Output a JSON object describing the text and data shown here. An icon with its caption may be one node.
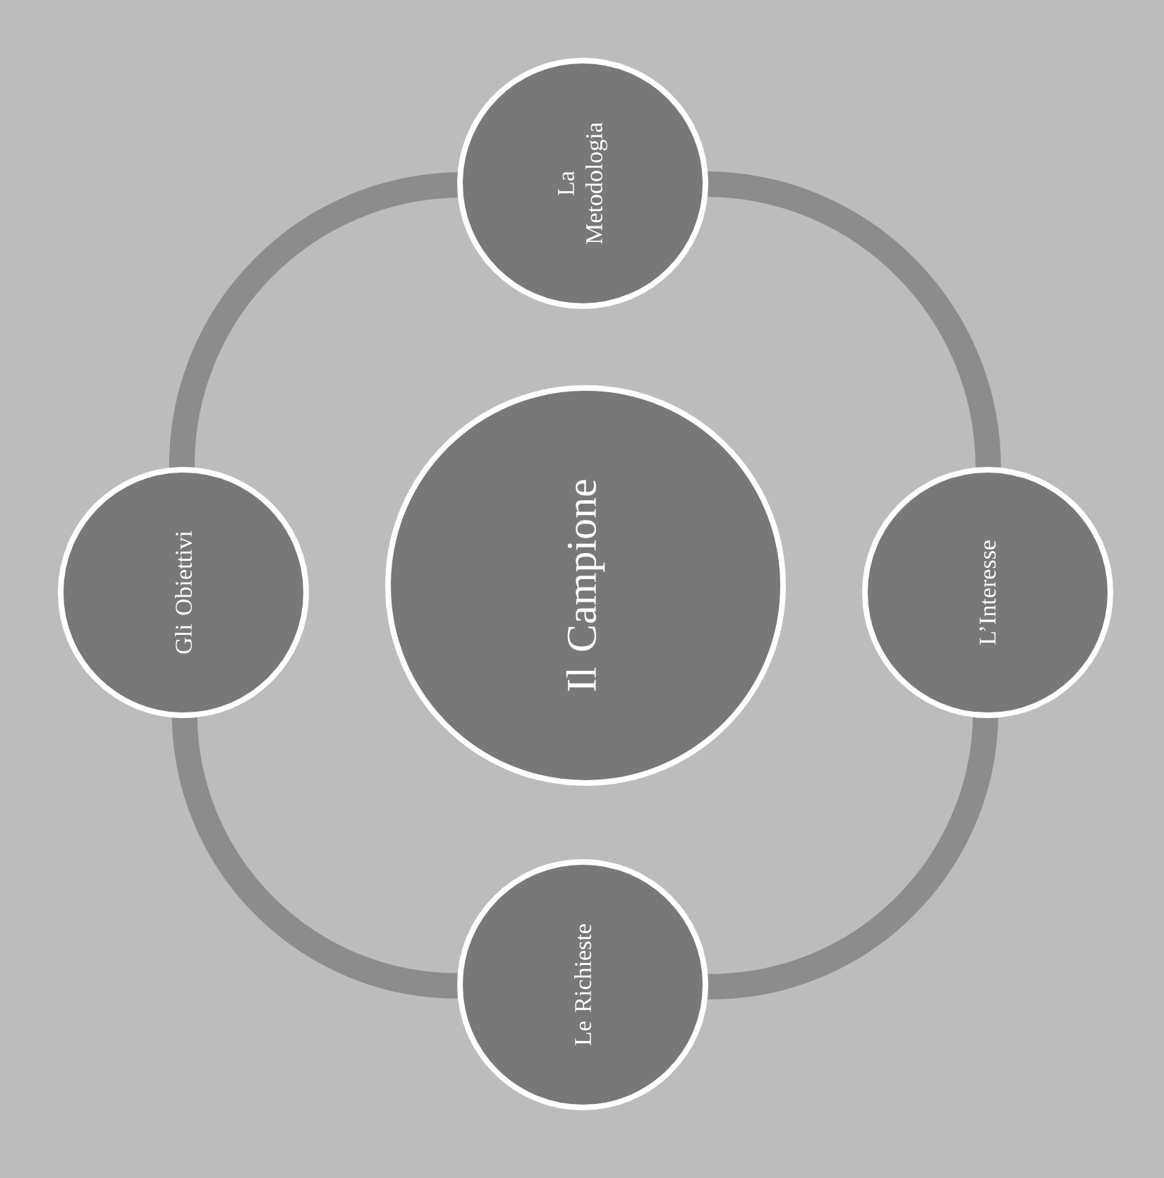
{
  "diagram": {
    "nodes": [
      {
        "text": [
          "La Metodologia"
        ]
      },
      {
        "text": [
          "Gli Obiettivi"
        ]
      },
      {
        "text": [
          "Il Campione"
        ]
      },
      {
        "text": [
          "L’Interesse"
        ]
      },
      {
        "text": [
          "Le Richieste"
        ]
      }
    ],
    "edges": [
      {
        "from": 0,
        "to": 3,
        "arrow": "none"
      },
      {
        "from": 3,
        "to": 4,
        "arrow": "none"
      },
      {
        "from": 4,
        "to": 1,
        "arrow": "none"
      },
      {
        "from": 1,
        "to": 0,
        "arrow": "none"
      }
    ]
  }
}
